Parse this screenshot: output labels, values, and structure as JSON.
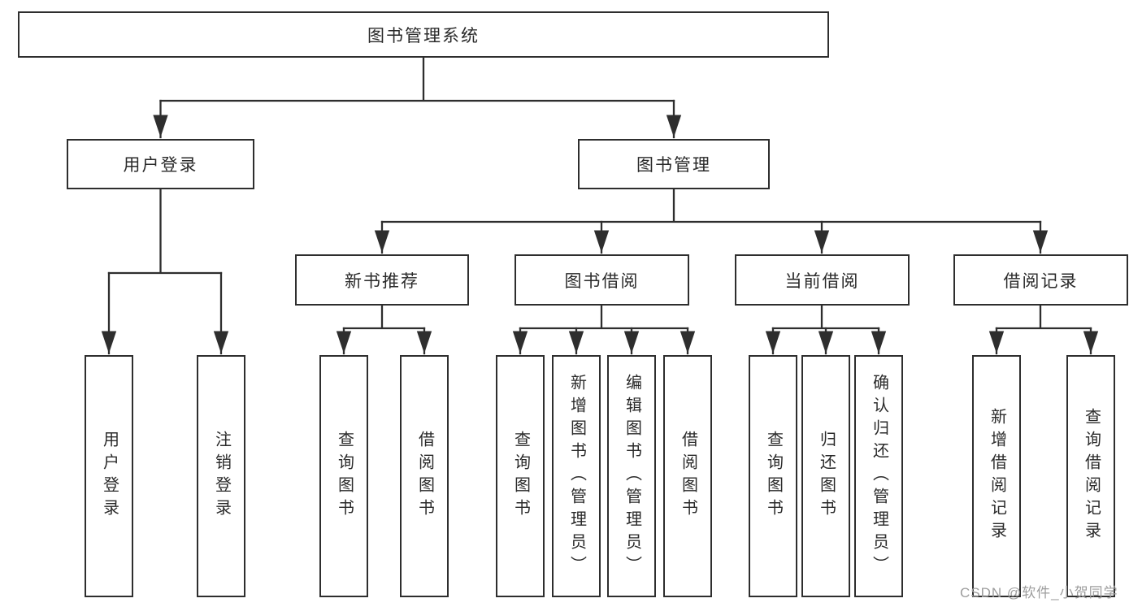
{
  "diagram": {
    "title": "图书管理系统",
    "watermark": "CSDN @软件_小贺同学",
    "colors": {
      "line": "#2e2e2e",
      "text": "#2a2a2a",
      "background": "#ffffff",
      "watermark": "#9d9d9d"
    },
    "root": {
      "label": "图书管理系统"
    },
    "branches": [
      {
        "label": "用户登录",
        "children": [
          {
            "label": "用户登录"
          },
          {
            "label": "注销登录"
          }
        ]
      },
      {
        "label": "图书管理",
        "children": [
          {
            "label": "新书推荐",
            "children": [
              {
                "label": "查询图书"
              },
              {
                "label": "借阅图书"
              }
            ]
          },
          {
            "label": "图书借阅",
            "children": [
              {
                "label": "查询图书"
              },
              {
                "label": "新增图书（管理员）"
              },
              {
                "label": "编辑图书（管理员）"
              },
              {
                "label": "借阅图书"
              }
            ]
          },
          {
            "label": "当前借阅",
            "children": [
              {
                "label": "查询图书"
              },
              {
                "label": "归还图书"
              },
              {
                "label": "确认归还（管理员）"
              }
            ]
          },
          {
            "label": "借阅记录",
            "children": [
              {
                "label": "新增借阅记录"
              },
              {
                "label": "查询借阅记录"
              }
            ]
          }
        ]
      }
    ]
  }
}
